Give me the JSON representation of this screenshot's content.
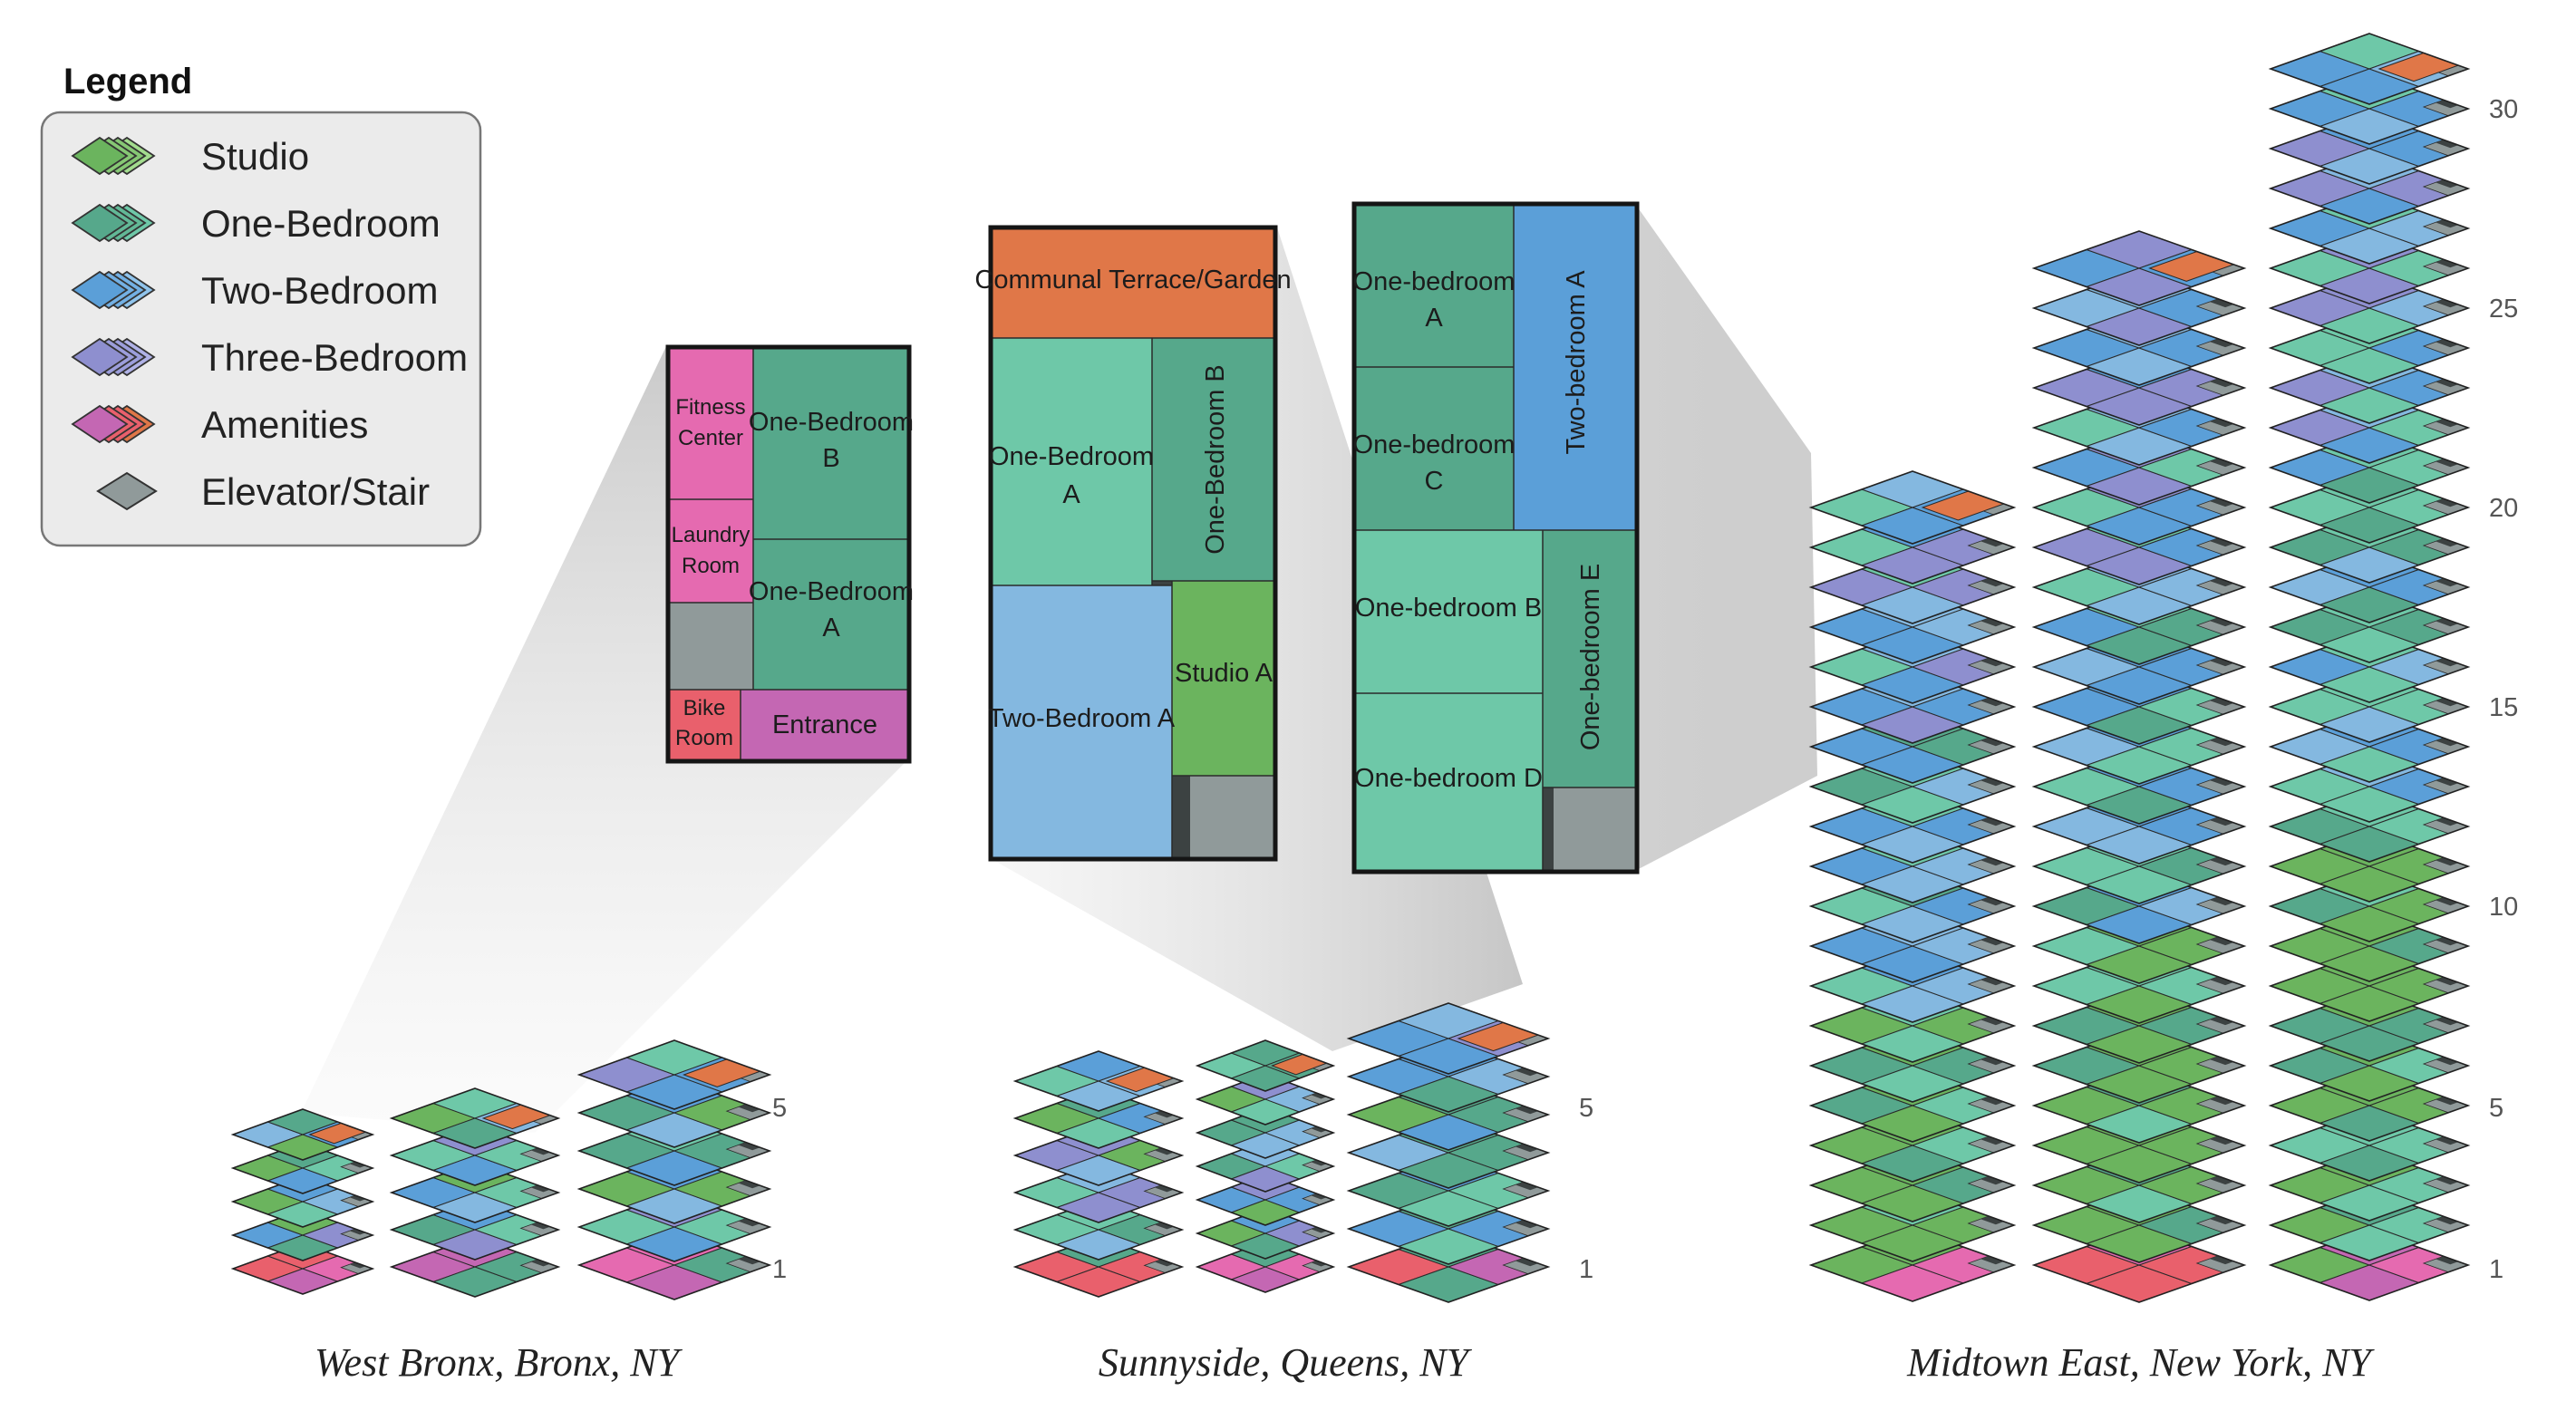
{
  "colors": {
    "studio": "#6bb45e",
    "one_bedroom": "#56a88b",
    "one_bedroom_light": "#6ec8a8",
    "two_bedroom": "#5b9fd8",
    "two_bedroom_light": "#84b8e0",
    "three_bedroom": "#8e8fcf",
    "amenity_pink": "#e56ab0",
    "amenity_red": "#e9606c",
    "amenity_orange": "#e07748",
    "amenity_magenta": "#c467b3",
    "elevator": "#909a9a",
    "elevator_dark": "#3c4242"
  },
  "legend": {
    "title": "Legend",
    "items": [
      {
        "label": "Studio",
        "icon": "studio-icon"
      },
      {
        "label": "One-Bedroom",
        "icon": "one-bedroom-icon"
      },
      {
        "label": "Two-Bedroom",
        "icon": "two-bedroom-icon"
      },
      {
        "label": "Three-Bedroom",
        "icon": "three-bedroom-icon"
      },
      {
        "label": "Amenities",
        "icon": "amenities-icon"
      },
      {
        "label": "Elevator/Stair",
        "icon": "elevator-stair-icon"
      }
    ]
  },
  "plans": {
    "bronx": {
      "fitness": [
        "Fitness",
        "Center"
      ],
      "one_b": [
        "One-Bedroom",
        "B"
      ],
      "laundry": [
        "Laundry",
        "Room"
      ],
      "one_a": [
        "One-Bedroom",
        "A"
      ],
      "bike": [
        "Bike",
        "Room"
      ],
      "entrance": "Entrance"
    },
    "queens": {
      "terrace": "Communal Terrace/Garden",
      "one_a": [
        "One-Bedroom",
        "A"
      ],
      "one_b": "One-Bedroom B",
      "two_a": "Two-Bedroom A",
      "studio_a": "Studio A"
    },
    "midtown": {
      "one_a": [
        "One-bedroom",
        "A"
      ],
      "two_a": "Two-bedroom A",
      "one_c": [
        "One-bedroom",
        "C"
      ],
      "one_b": "One-bedroom B",
      "one_e": "One-bedroom E",
      "one_d": "One-bedroom D"
    }
  },
  "locations": [
    {
      "caption": "West Bronx, Bronx, NY",
      "floor_labels": [
        "5",
        "1"
      ]
    },
    {
      "caption": "Sunnyside, Queens, NY",
      "floor_labels": [
        "5",
        "1"
      ]
    },
    {
      "caption": "Midtown East, New York, NY",
      "floor_labels": [
        "30",
        "25",
        "20",
        "15",
        "10",
        "5",
        "1"
      ]
    }
  ]
}
